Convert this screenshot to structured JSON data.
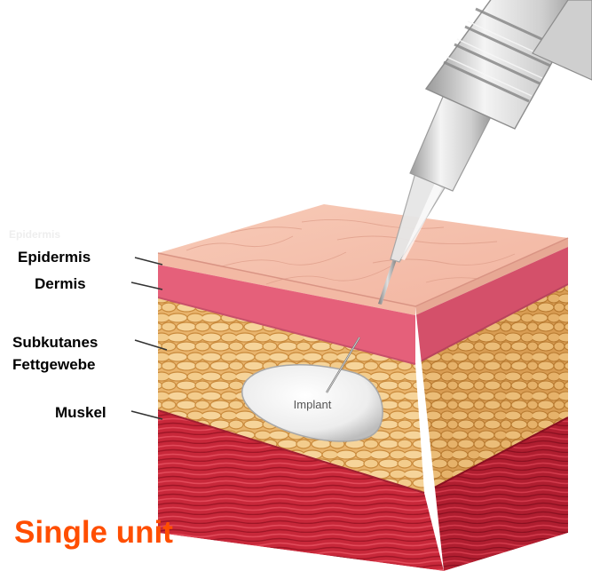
{
  "labels": {
    "epidermis": "Epidermis",
    "dermis": "Dermis",
    "subcutaneous_line1": "Subkutanes",
    "subcutaneous_line2": "Fettgewebe",
    "muscle": "Muskel",
    "implant": "Implant",
    "faint_label": "Epidermis"
  },
  "caption": "Single unit",
  "colors": {
    "caption": "#ff4e00",
    "epidermis_top": "#f5c0ae",
    "dermis": "#e8607a",
    "fat": "#eab46a",
    "muscle": "#c8283a",
    "implant": "#f2f2f2",
    "syringe": "#d6d6d6"
  },
  "icons": {
    "tool": "syringe-icon",
    "implant": "implant-icon"
  }
}
